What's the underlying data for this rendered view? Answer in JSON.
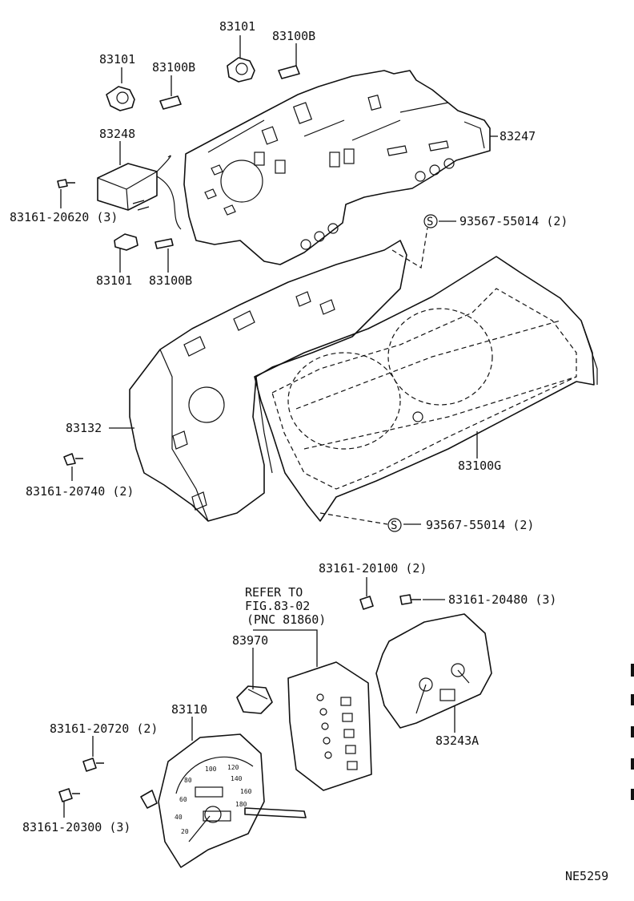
{
  "labels": {
    "p83101_a": "83101",
    "p83100b_a": "83100B",
    "p83101_b": "83101",
    "p83100b_b": "83100B",
    "p83248": "83248",
    "p83247": "83247",
    "p83161_20620": "83161-20620 (3)",
    "p93567_top": "93567-55014 (2)",
    "p83101_c": "83101",
    "p83100b_c": "83100B",
    "p83132": "83132",
    "p83161_20740": "83161-20740 (2)",
    "p83100g": "83100G",
    "p93567_bot": "93567-55014 (2)",
    "p83161_20100": "83161-20100 (2)",
    "refer_1": "REFER TO",
    "refer_2": "FIG.83-02",
    "refer_3": "(PNC 81860)",
    "p83161_20480": "83161-20480 (3)",
    "p83970": "83970",
    "p83110": "83110",
    "p83161_20720": "83161-20720 (2)",
    "p83243a": "83243A",
    "p83161_20300": "83161-20300 (3)",
    "ref_code": "NE5259",
    "s_symbol": "S"
  }
}
